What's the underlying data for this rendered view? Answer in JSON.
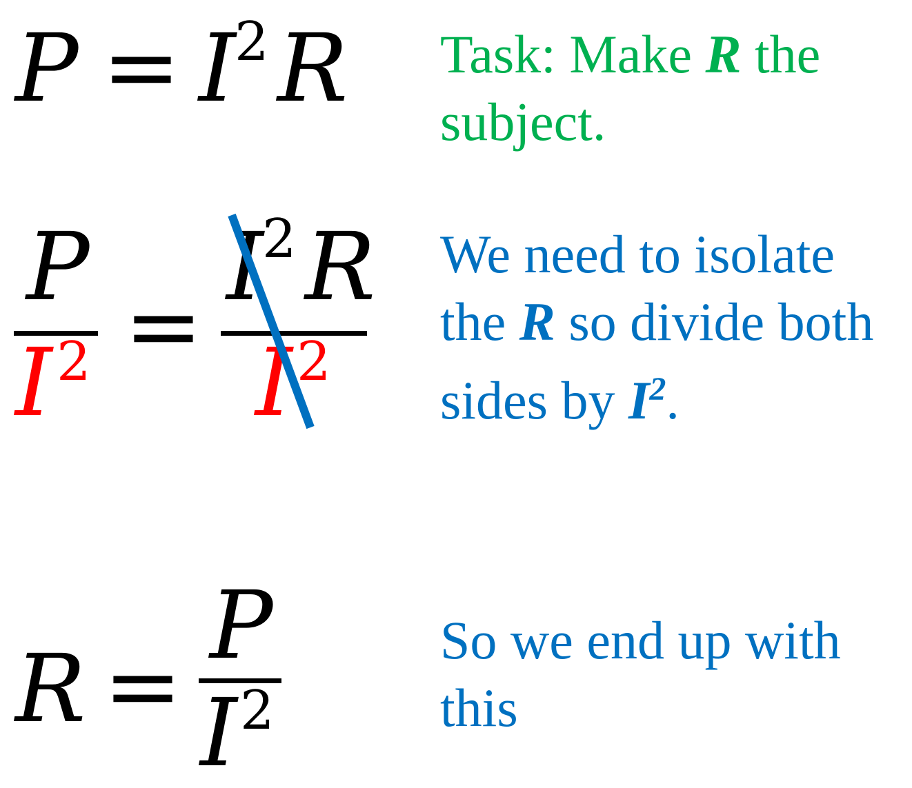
{
  "eq1": {
    "lhs": "P",
    "op": "=",
    "base": "I",
    "exp": "2",
    "var": "R"
  },
  "eq2": {
    "left_num": "P",
    "left_den_base": "I",
    "left_den_exp": "2",
    "op": "=",
    "right_num_base": "I",
    "right_num_exp": "2",
    "right_num_var": "R",
    "right_den_base": "I",
    "right_den_exp": "2"
  },
  "eq3": {
    "lhs": "R",
    "op": "=",
    "num": "P",
    "den_base": "I",
    "den_exp": "2"
  },
  "note1": {
    "prefix": "Task: Make ",
    "emph": "R",
    "suffix": " the subject."
  },
  "note2": {
    "prefix": "We need to isolate the ",
    "emph": "R",
    "middle": " so divide both sides by ",
    "emph2_base": "I",
    "emph2_exp": "2",
    "suffix": "."
  },
  "note3": {
    "text": "So we end up with this"
  },
  "colors": {
    "task": "#00b050",
    "explain": "#0070c0",
    "divisor": "#ff0000",
    "strike": "#0070c0"
  }
}
